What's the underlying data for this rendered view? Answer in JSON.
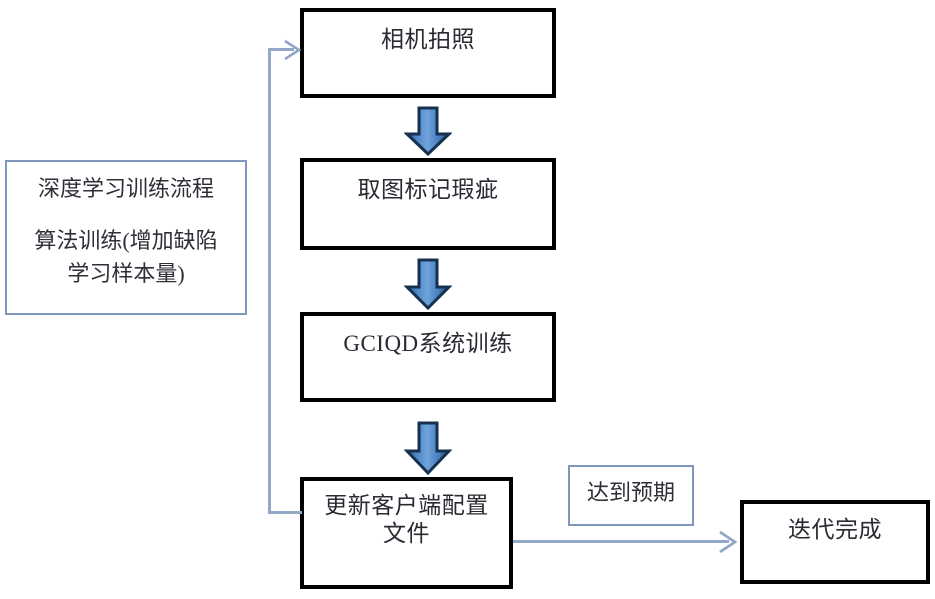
{
  "diagram": {
    "title_note": {
      "line1": "深度学习训练流程",
      "line2": "算法训练(增加缺陷\n学习样本量)"
    },
    "process_steps": [
      {
        "id": "camera",
        "label": "相机拍照"
      },
      {
        "id": "mark-defect",
        "label": "取图标记瑕疵"
      },
      {
        "id": "gciqd-train",
        "label": "GCIQD系统训练"
      },
      {
        "id": "update-config",
        "label": "更新客户端配置\n文件"
      },
      {
        "id": "iteration-done",
        "label": "迭代完成"
      }
    ],
    "edge_labels": [
      {
        "id": "expectation-met",
        "label": "达到预期"
      }
    ],
    "colors": {
      "box_border": "#000000",
      "note_border": "#8097bd",
      "connector": "#93a8c8",
      "arrow_fill_light": "#5b8fd0",
      "arrow_fill_dark": "#2e5a8e",
      "arrow_outline": "#1b3a63",
      "text": "#2a2a33"
    }
  }
}
